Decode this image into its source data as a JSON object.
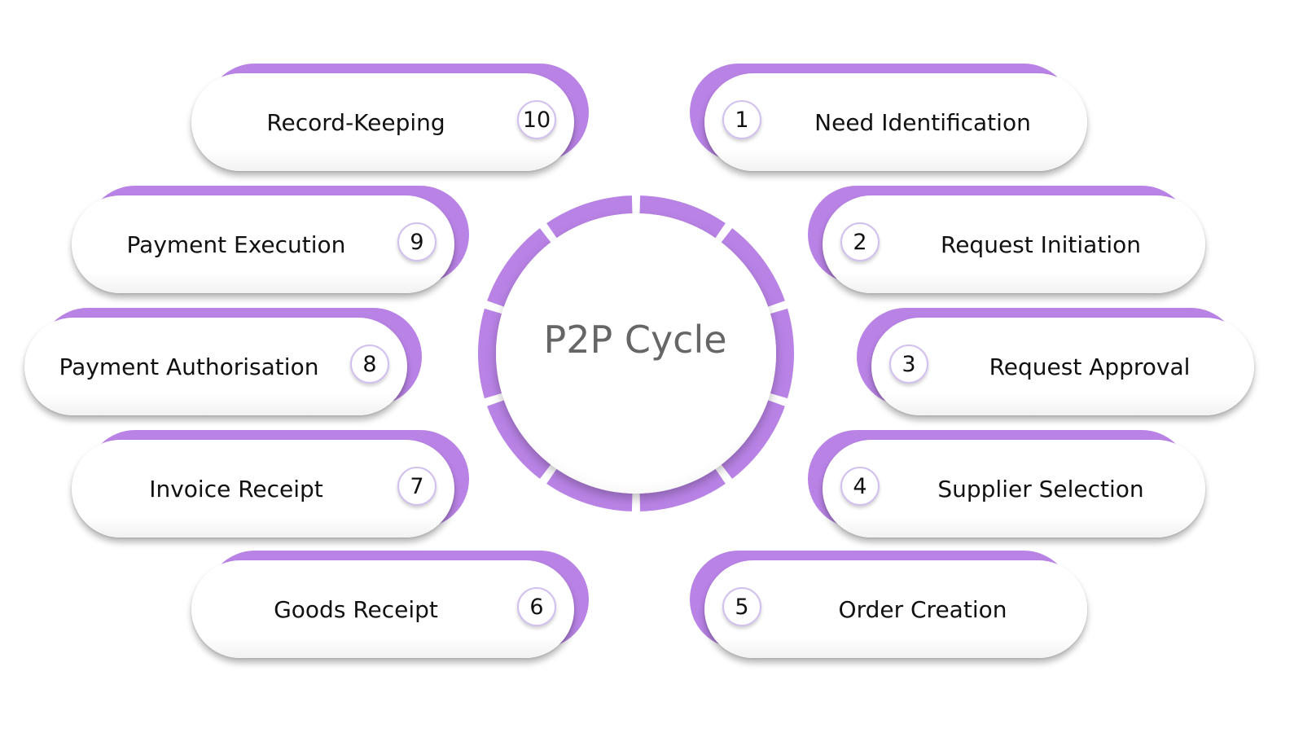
{
  "hub": {
    "title": "P2P Cycle"
  },
  "steps": [
    {
      "number": "1",
      "label": "Need Identification"
    },
    {
      "number": "2",
      "label": "Request Initiation"
    },
    {
      "number": "3",
      "label": "Request Approval"
    },
    {
      "number": "4",
      "label": "Supplier Selection"
    },
    {
      "number": "5",
      "label": "Order Creation"
    },
    {
      "number": "6",
      "label": "Goods Receipt"
    },
    {
      "number": "7",
      "label": "Invoice Receipt"
    },
    {
      "number": "8",
      "label": "Payment Authorisation"
    },
    {
      "number": "9",
      "label": "Payment Execution"
    },
    {
      "number": "10",
      "label": "Record-Keeping"
    }
  ],
  "colors": {
    "accent": "#b983e6",
    "badge_border": "#d2c0ee",
    "title_text": "#666666",
    "label_text": "#111111"
  }
}
